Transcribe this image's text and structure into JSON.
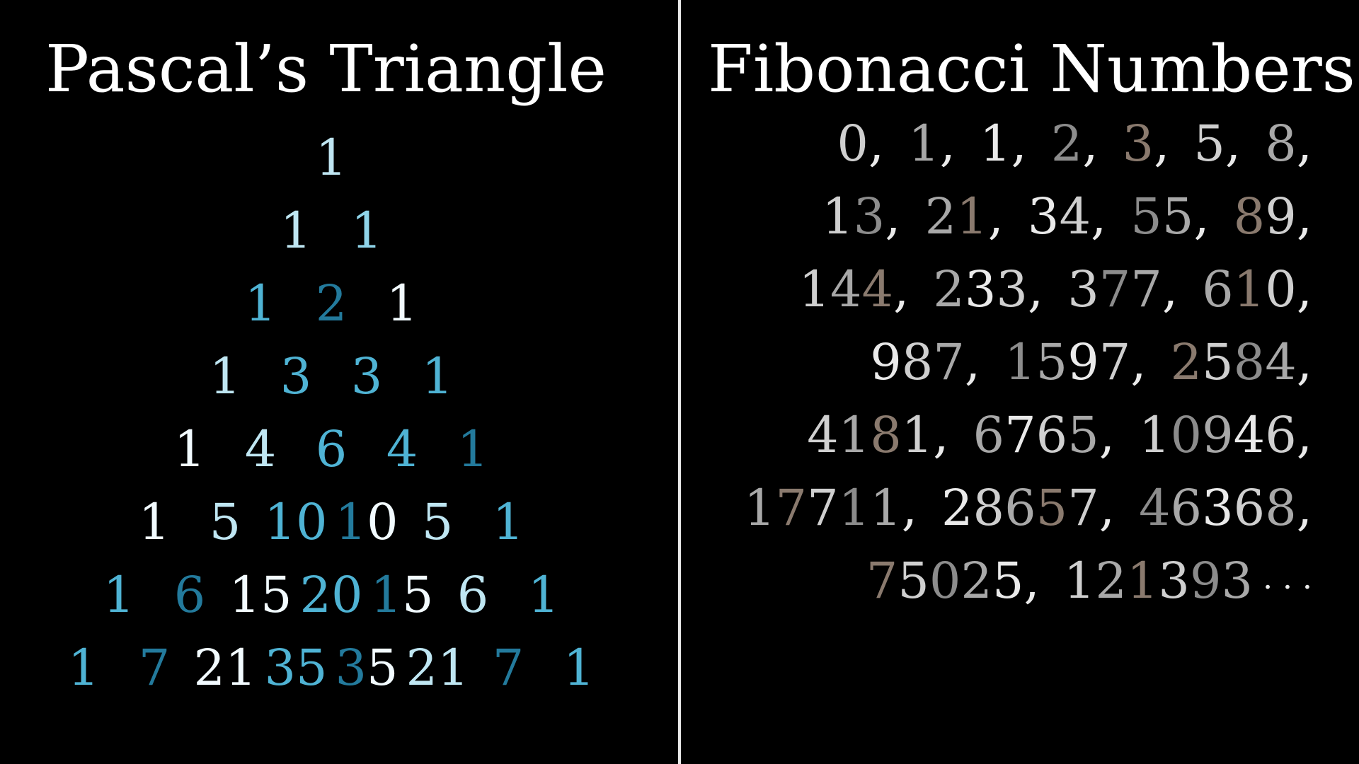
{
  "pascal": {
    "title": "Pascal’s Triangle",
    "rows": [
      [
        "1"
      ],
      [
        "1",
        "1"
      ],
      [
        "1",
        "2",
        "1"
      ],
      [
        "1",
        "3",
        "3",
        "1"
      ],
      [
        "1",
        "4",
        "6",
        "4",
        "1"
      ],
      [
        "1",
        "5",
        "10",
        "10",
        "5",
        "1"
      ],
      [
        "1",
        "6",
        "15",
        "20",
        "15",
        "6",
        "1"
      ],
      [
        "1",
        "7",
        "21",
        "35",
        "35",
        "21",
        "7",
        "1"
      ]
    ],
    "colors": {
      "white": "#f2fbff",
      "pale": "#bfe6f2",
      "light": "#8fd4e9",
      "medium": "#4fb3d4",
      "dark": "#237a9c"
    }
  },
  "fibonacci": {
    "title": "Fibonacci Numbers",
    "lines": [
      [
        "0",
        "1",
        "1",
        "2",
        "3",
        "5",
        "8"
      ],
      [
        "13",
        "21",
        "34",
        "55",
        "89"
      ],
      [
        "144",
        "233",
        "377",
        "610"
      ],
      [
        "987",
        "1597",
        "2584"
      ],
      [
        "4181",
        "6765",
        "10946"
      ],
      [
        "17711",
        "28657",
        "46368"
      ],
      [
        "75025",
        "121393"
      ]
    ],
    "ellipsis": "· · ·",
    "colors": {
      "white": "#eaeaea",
      "light": "#cfcfcf",
      "grey": "#a8a8a8",
      "dim": "#8c8c8c",
      "brown": "#8a7a6e"
    }
  },
  "divider_color": "#e8e8e8"
}
